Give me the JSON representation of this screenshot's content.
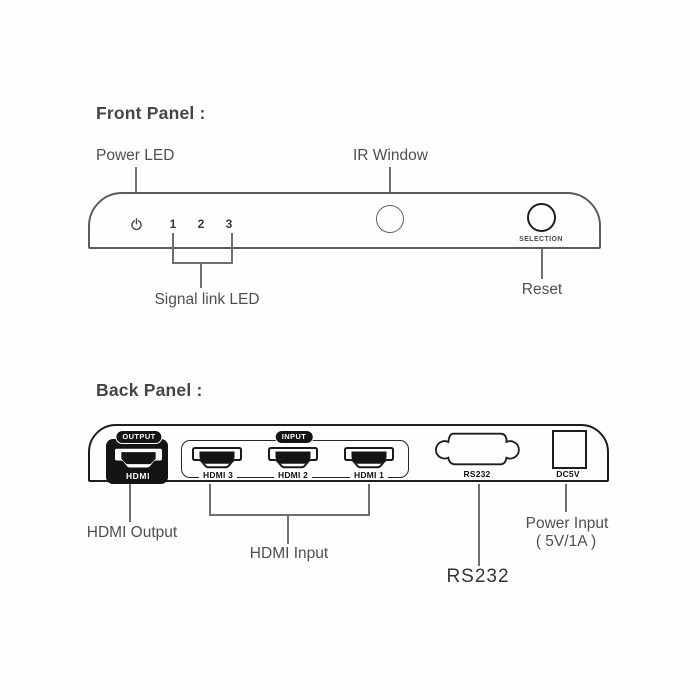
{
  "front": {
    "title": "Front Panel :",
    "power_led_label": "Power LED",
    "ir_window_label": "IR Window",
    "leds": [
      "1",
      "2",
      "3"
    ],
    "selection_label": "SELECTION",
    "reset_label": "Reset",
    "signal_link_label": "Signal link LED"
  },
  "back": {
    "title": "Back Panel :",
    "output_badge": "OUTPUT",
    "output_port_label": "HDMI",
    "input_badge": "INPUT",
    "input_ports": [
      "HDMI 3",
      "HDMI 2",
      "HDMI 1"
    ],
    "rs232_port_label": "RS232",
    "dc_port_label": "DC5V",
    "hdmi_output_callout": "HDMI Output",
    "hdmi_input_callout": "HDMI Input",
    "rs232_callout": "RS232",
    "power_input_callout_line1": "Power Input",
    "power_input_callout_line2": "( 5V/1A )"
  },
  "colors": {
    "front_outline": "#5c5c5c",
    "back_outline": "#1d1d1d",
    "connector_fill": "#141414",
    "label_text": "#4f4f4f",
    "pointer_line": "#6f6f6f",
    "background": "#fefefe"
  }
}
